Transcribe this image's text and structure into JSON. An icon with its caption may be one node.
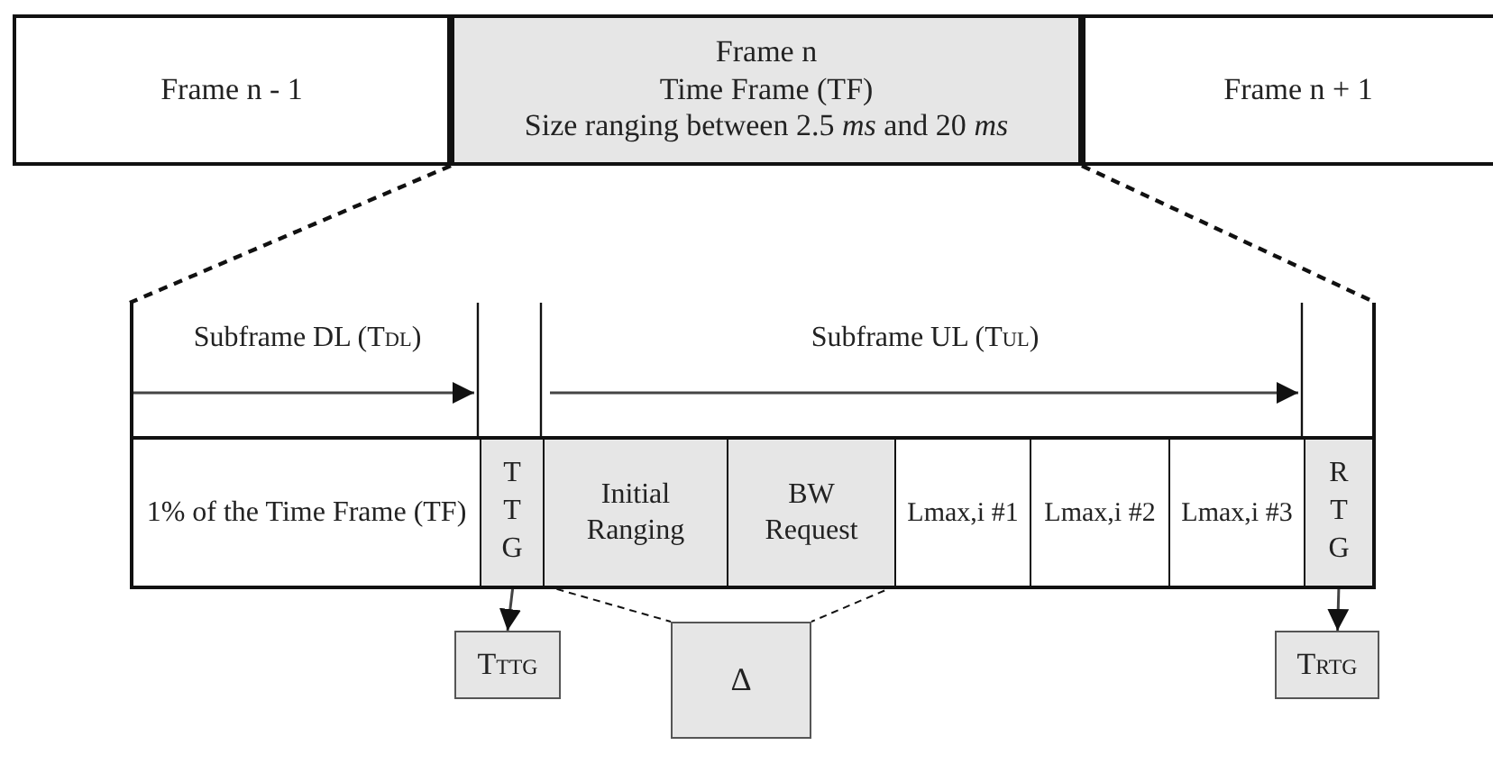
{
  "diagram": {
    "nodes": [
      {
        "text": [
          "Frame n - 1"
        ]
      },
      {
        "text": [
          "Frame n",
          "Time Frame (TF)",
          "Size ranging between 2.5 *ms* and 20 *ms*"
        ]
      },
      {
        "text": [
          "Frame n + 1"
        ]
      },
      {
        "text": [],
        "shape": "box"
      },
      {
        "text": [
          "Subframe DL (T$_{DL}$)"
        ],
        "in": 3
      },
      {
        "text": [
          "Subframe UL (T$_{UL}$)"
        ],
        "in": 3
      },
      {
        "text": [
          "1% of the Time Frame (TF)"
        ],
        "in": 3
      },
      {
        "text": [
          "T T G"
        ],
        "in": 3
      },
      {
        "text": [
          "Initial Ranging"
        ],
        "in": 3
      },
      {
        "text": [
          "BW Request"
        ],
        "in": 3
      },
      {
        "text": [
          "Lmax,i #1"
        ],
        "in": 3
      },
      {
        "text": [
          "Lmax,i #2"
        ],
        "in": 3
      },
      {
        "text": [
          "Lmax,i #3"
        ],
        "in": 3
      },
      {
        "text": [
          "R T G"
        ],
        "in": 3
      },
      {
        "text": [
          "T$_{TTG}$"
        ]
      },
      {
        "text": [
          "Δ"
        ]
      },
      {
        "text": [
          "T$_{RTG}$"
        ]
      }
    ],
    "edges": [
      {
        "from": 1,
        "to": 3,
        "arrow": "none",
        "style": "dashed"
      },
      {
        "from": 1,
        "to": 3,
        "arrow": "none",
        "style": "dashed"
      },
      {
        "from": 7,
        "to": 14,
        "arrow": "to"
      },
      {
        "from": 13,
        "to": 16,
        "arrow": "to"
      },
      {
        "from": 8,
        "to": 15,
        "arrow": "none",
        "style": "dashed"
      },
      {
        "from": 9,
        "to": 15,
        "arrow": "none",
        "style": "dashed"
      }
    ]
  }
}
